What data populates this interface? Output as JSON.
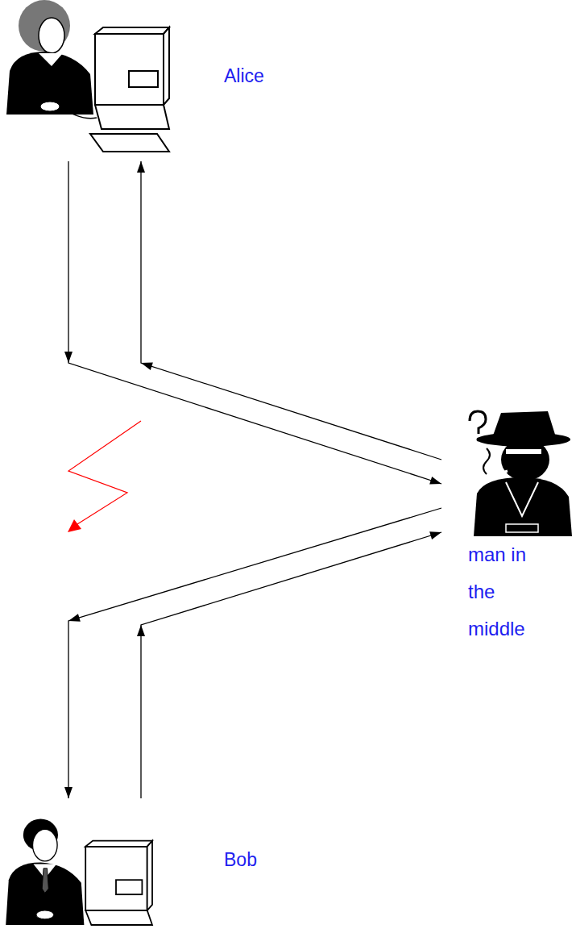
{
  "diagram": {
    "nodes": [
      {
        "text": [
          "Alice"
        ]
      },
      {
        "text": [
          "man in the middle"
        ]
      },
      {
        "text": [
          "Bob"
        ]
      }
    ],
    "edges": [
      {
        "from": 0,
        "to": 1,
        "arrow": "to"
      },
      {
        "from": 1,
        "to": 0,
        "arrow": "to"
      },
      {
        "from": 1,
        "to": 2,
        "arrow": "to"
      },
      {
        "from": 2,
        "to": 1,
        "arrow": "to"
      }
    ]
  }
}
